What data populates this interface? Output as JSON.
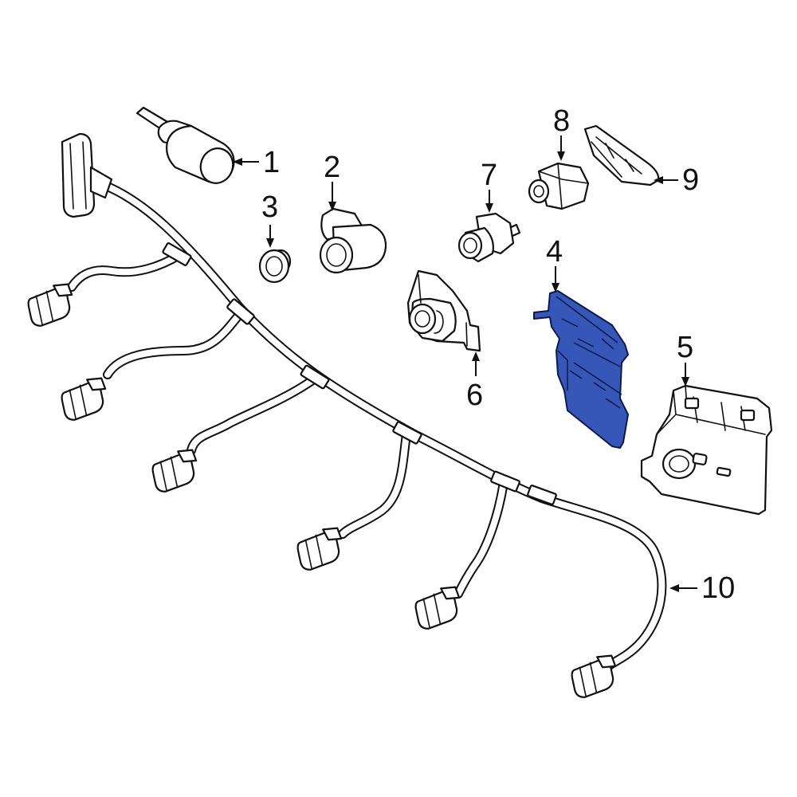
{
  "callouts": {
    "c1": "1",
    "c2": "2",
    "c3": "3",
    "c4": "4",
    "c5": "5",
    "c6": "6",
    "c7": "7",
    "c8": "8",
    "c9": "9",
    "c10": "10"
  },
  "colors": {
    "highlight_part": "#3656b8",
    "line": "#111111",
    "background": "#ffffff"
  },
  "highlighted_part": "4"
}
